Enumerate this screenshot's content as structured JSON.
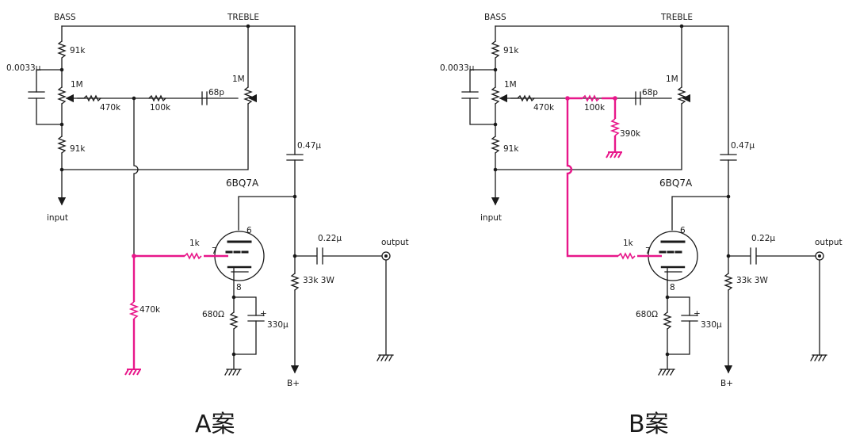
{
  "colors": {
    "wire": "#1a1a1a",
    "highlight": "#e8178a",
    "background": "#ffffff"
  },
  "labels": {
    "bass": "BASS",
    "treble": "TREBLE",
    "r91k": "91k",
    "c00033": "0.0033μ",
    "pot1m": "1M",
    "r470k": "470k",
    "r100k": "100k",
    "c68p": "68p",
    "c047": "0.47μ",
    "tube": "6BQ7A",
    "input": "input",
    "output": "output",
    "c022": "0.22μ",
    "r1k": "1k",
    "pin6": "6",
    "pin7": "7",
    "pin8": "8",
    "r33k": "33k 3W",
    "r680": "680Ω",
    "c330": "330μ",
    "plus": "+",
    "bplus": "B+",
    "r390k": "390k"
  },
  "captions": {
    "a": "A案",
    "b": "B案"
  }
}
